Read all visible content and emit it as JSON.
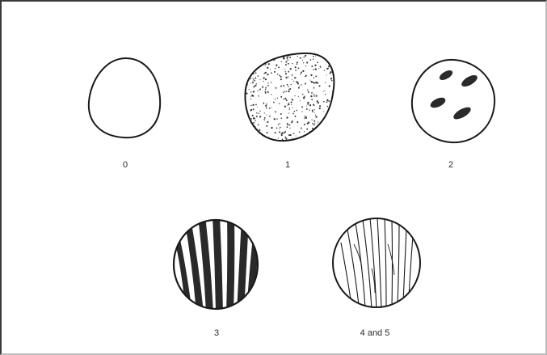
{
  "labels": {
    "stage_0": "0",
    "stage_1": "1",
    "stage_2": "2",
    "stage_3": "3",
    "stage_4_5": "4 and 5"
  }
}
